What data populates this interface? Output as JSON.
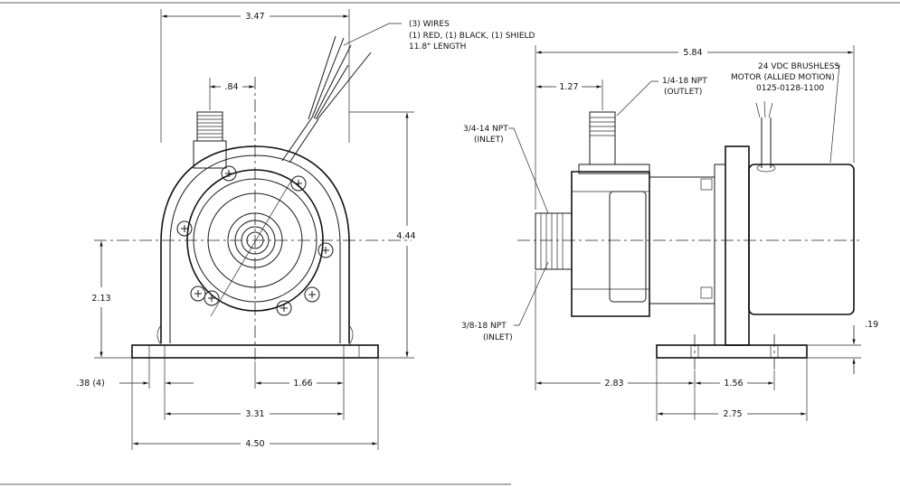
{
  "front_view": {
    "dim_width": "3.47",
    "dim_outlet_offset": ".84",
    "dim_height": "4.44",
    "dim_center_height": "2.13",
    "dim_hole": ".38 (4)",
    "dim_center_to_hole": "1.66",
    "dim_hole_spacing": "3.31",
    "dim_base_width": "4.50",
    "wires_note": [
      "(3) WIRES",
      "(1) RED, (1) BLACK, (1) SHIELD",
      "11.8\" LENGTH"
    ]
  },
  "side_view": {
    "dim_length": "5.84",
    "dim_outlet_position": "1.27",
    "outlet_note": [
      "1/4-18 NPT",
      "(OUTLET)"
    ],
    "motor_note": [
      "24 VDC BRUSHLESS",
      "MOTOR (ALLIED MOTION)",
      "0125-0128-1100"
    ],
    "inlet_34_note": [
      "3/4-14 NPT",
      "(INLET)"
    ],
    "inlet_38_note": [
      "3/8-18 NPT",
      "(INLET)"
    ],
    "dim_base_thickness": ".19",
    "dim_inlet_to_hole": "2.83",
    "dim_hole_spacing": "1.56",
    "dim_base_length": "2.75"
  }
}
